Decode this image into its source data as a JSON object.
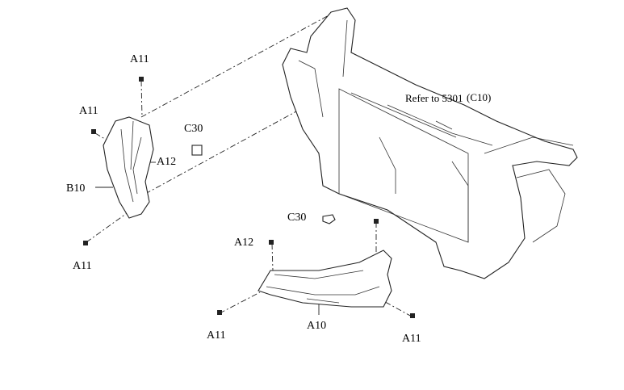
{
  "diagram": {
    "labels": {
      "a11_top": "A11",
      "a11_left": "A11",
      "c30_left": "C30",
      "a12_left": "A12",
      "b10": "B10",
      "a11_left_bottom": "A11",
      "c30_center": "C30",
      "a12_bottom": "A12",
      "a11_bottom_left": "A11",
      "a10": "A10",
      "a11_bottom_right": "A11",
      "refer_note": "Refer to 5301",
      "refer_code": "(C10)"
    }
  }
}
